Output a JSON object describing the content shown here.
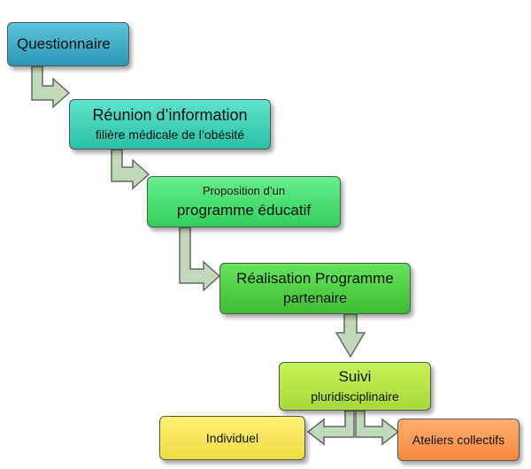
{
  "colors": {
    "arrow_fill": "#c0d9b8",
    "arrow_stroke": "#666666"
  },
  "steps": {
    "questionnaire": {
      "line1": "Questionnaire"
    },
    "reunion": {
      "line1": "Réunion d’information",
      "line2": "filière médicale de l’obésité"
    },
    "proposition": {
      "line1": "Proposition d’un",
      "line2": "programme éducatif"
    },
    "realisation": {
      "line1": "Réalisation Programme",
      "line2": "partenaire"
    },
    "suivi": {
      "line1": "Suivi",
      "line2": "pluridisciplinaire"
    },
    "individuel": {
      "line1": "Individuel"
    },
    "ateliers": {
      "line1": "Ateliers collectifs"
    }
  }
}
